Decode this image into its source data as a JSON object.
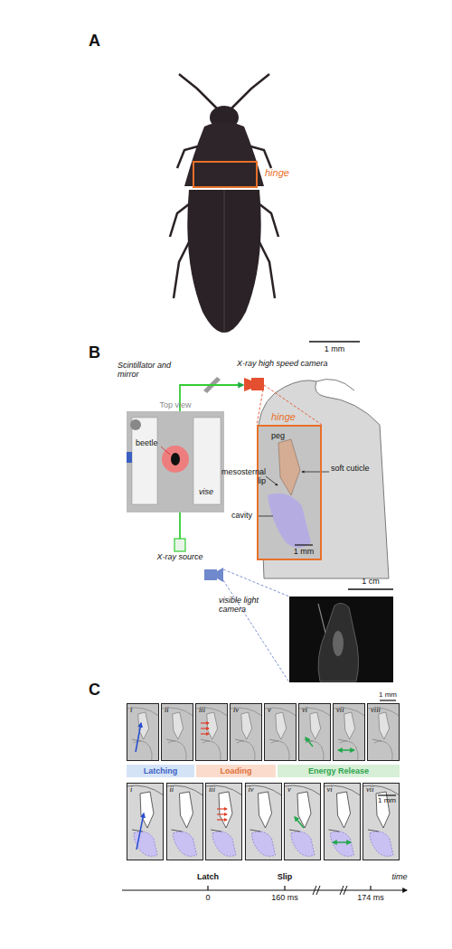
{
  "diagram": {
    "nodes": [
      {
        "text": [
          "hinge"
        ]
      },
      {
        "text": [
          "hinge"
        ]
      },
      {
        "text": [
          "i"
        ]
      },
      {
        "text": [
          "ii"
        ]
      },
      {
        "text": [
          "iii"
        ]
      },
      {
        "text": [
          "iv"
        ]
      },
      {
        "text": [
          "v"
        ]
      },
      {
        "text": [
          "vi"
        ]
      },
      {
        "text": [
          "vii"
        ]
      },
      {
        "text": [
          "viii"
        ]
      },
      {
        "text": [
          "Latching"
        ]
      },
      {
        "text": [
          "Loading"
        ]
      },
      {
        "text": [
          "Energy Release"
        ]
      },
      {
        "text": [
          "i"
        ]
      },
      {
        "text": [
          "ii"
        ]
      },
      {
        "text": [
          "iii"
        ]
      },
      {
        "text": [
          "iv"
        ]
      },
      {
        "text": [
          "v"
        ]
      },
      {
        "text": [
          "vi"
        ]
      },
      {
        "text": [
          "vii"
        ]
      }
    ],
    "labels": [
      "A",
      "1 mm",
      "B",
      "Scintillator and mirror",
      "X-ray high speed camera",
      "Top view",
      "beetle",
      "vise",
      "X-ray source",
      "peg",
      "mesosternal lip",
      "soft cuticle",
      "cavity",
      "1 mm",
      "1 cm",
      "visible light camera",
      "C",
      "1 mm",
      "1 mm",
      "Latch",
      "0",
      "Slip",
      "160 ms",
      "174 ms",
      "time"
    ]
  }
}
